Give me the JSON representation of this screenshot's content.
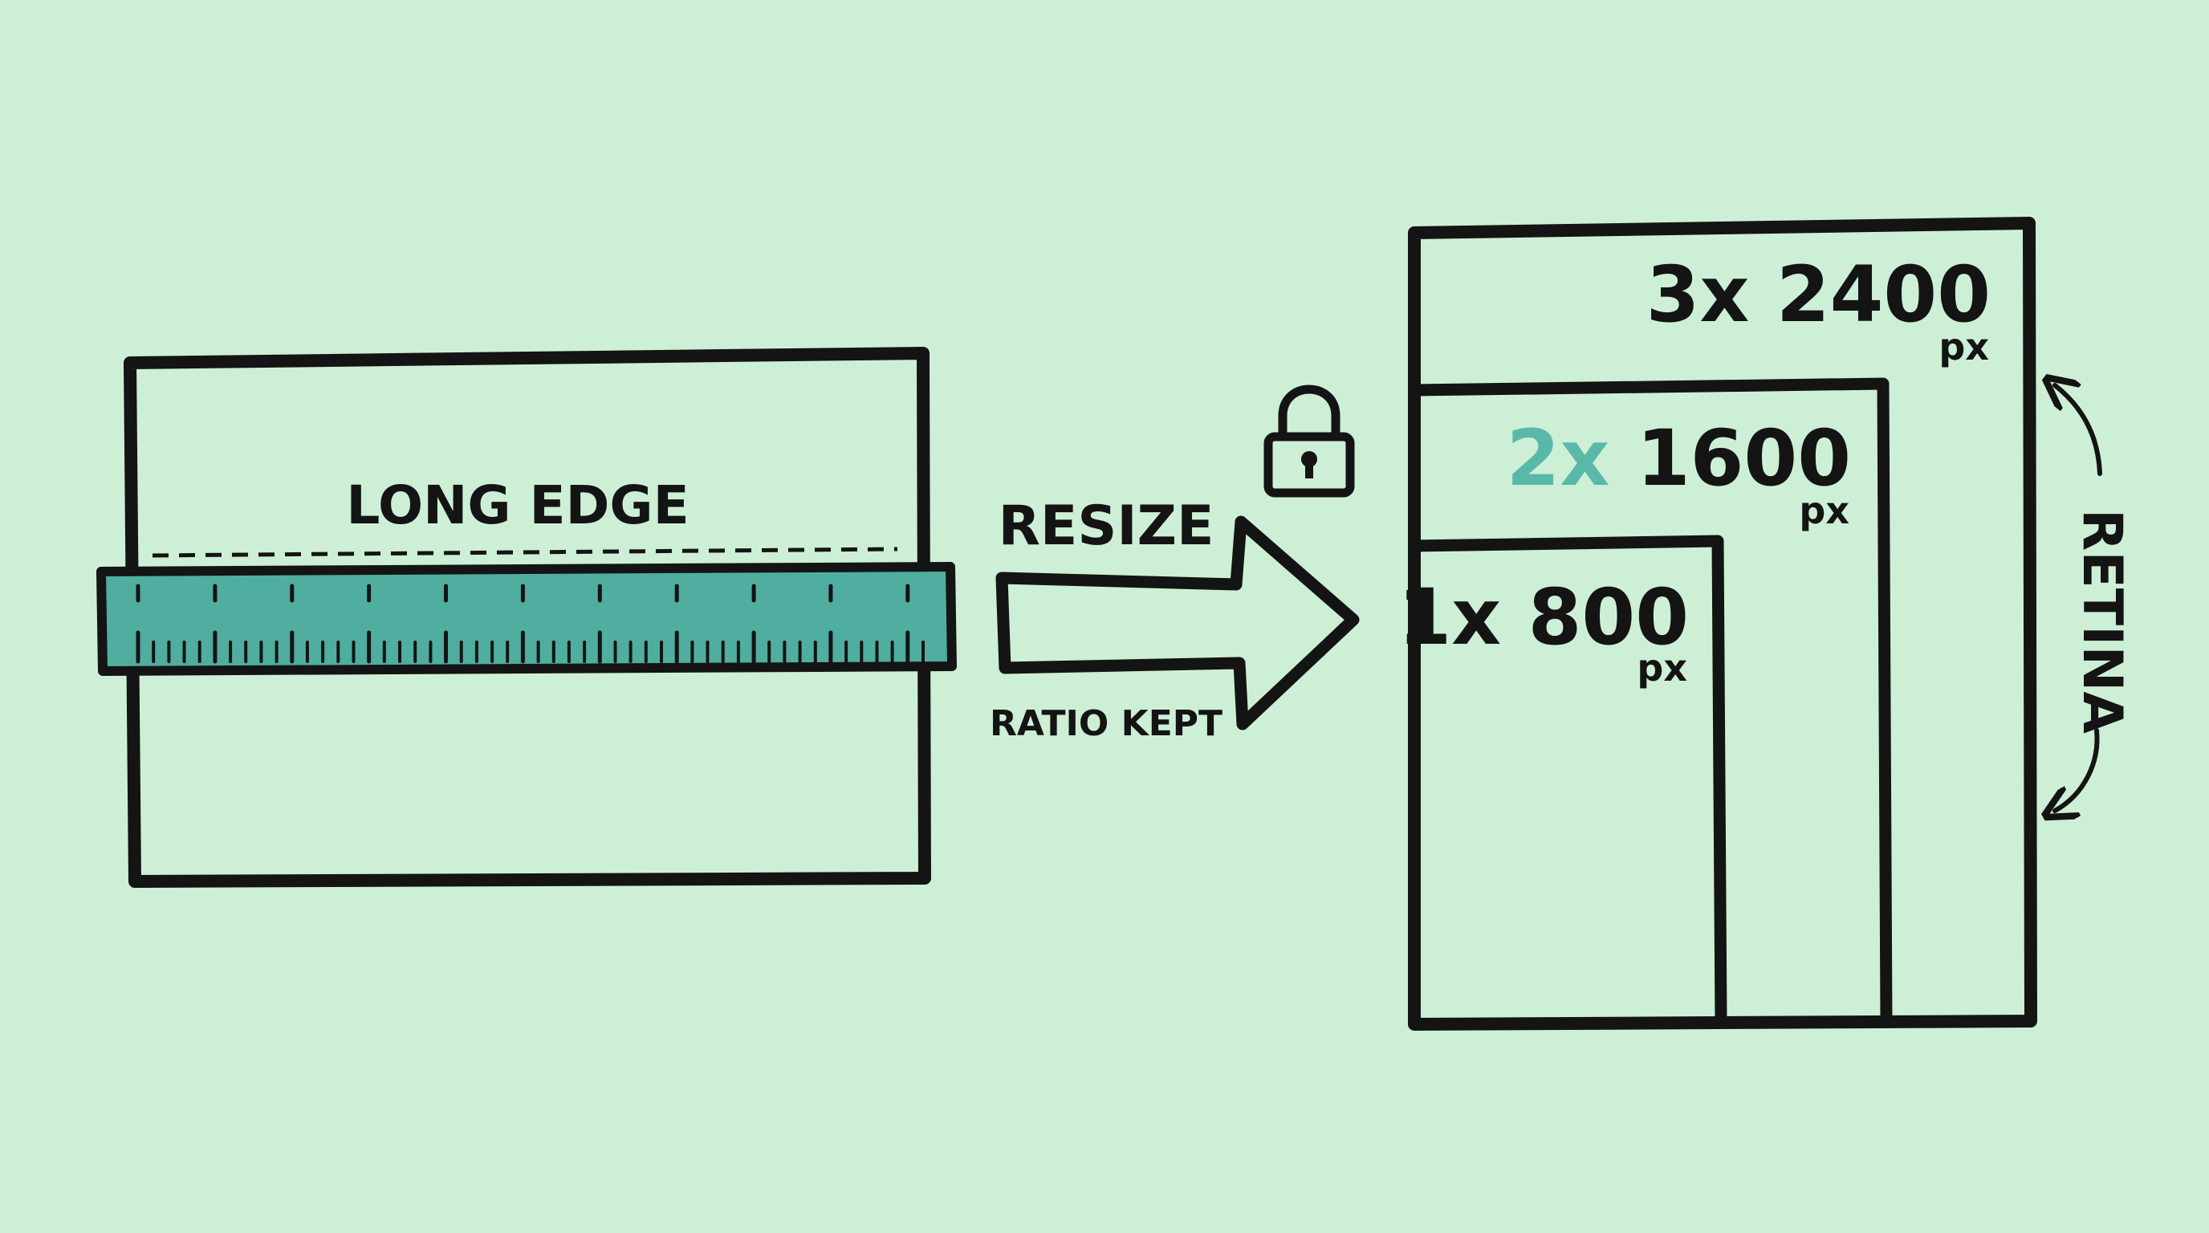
{
  "background_color": "#cdefd6",
  "colors": {
    "ink": "#141414",
    "ruler_teal": "#4fae9f",
    "accent_2x": "#5ab8a8"
  },
  "source": {
    "measure_label": "LONG EDGE"
  },
  "arrow": {
    "top_label": "RESIZE",
    "bottom_label": "RATIO KEPT",
    "icon": "padlock-icon"
  },
  "outputs": [
    {
      "multiplier": "3x",
      "value": "2400",
      "unit": "px"
    },
    {
      "multiplier": "2x",
      "value": "1600",
      "unit": "px"
    },
    {
      "multiplier": "1x",
      "value": "800",
      "unit": "px"
    }
  ],
  "side_label": "RETINA",
  "ruler_tick_count": 52
}
